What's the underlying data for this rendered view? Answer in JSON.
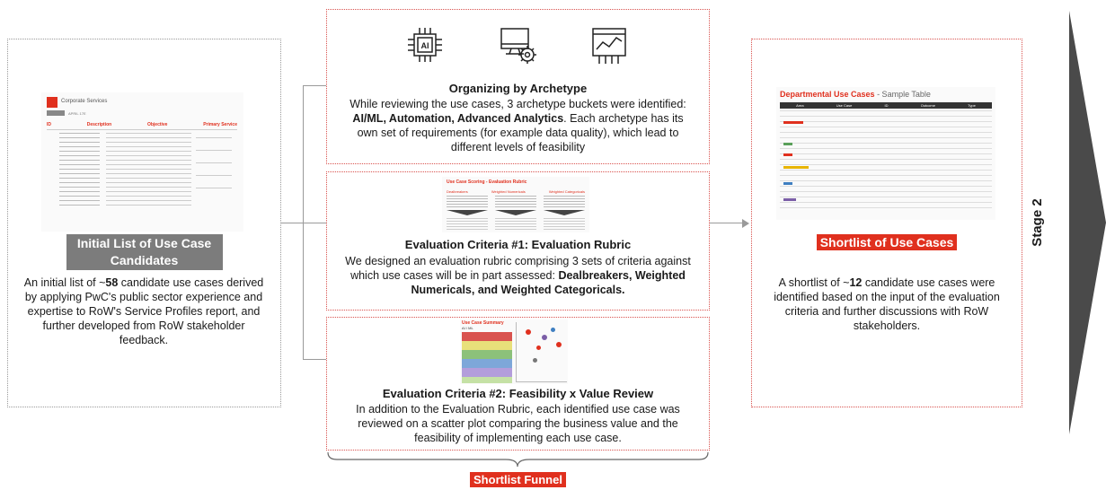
{
  "left_panel": {
    "thumb_header": "Corporate Services",
    "thumb_sub": "APRIL 17E",
    "thumb_cols": [
      "ID",
      "Description",
      "Objective",
      "Primary Service"
    ],
    "title": "Initial List of Use Case Candidates",
    "text_pre": "An initial list of ~",
    "text_bold": "58",
    "text_post": " candidate use cases derived by applying PwC's public sector experience and expertise to RoW's Service Profiles report, and further developed from RoW stakeholder feedback."
  },
  "archetype": {
    "icons": [
      "ai-chip-icon",
      "computer-gear-icon",
      "analytics-chart-icon"
    ],
    "chip_label": "AI",
    "title": "Organizing by Archetype",
    "text_pre": "While reviewing the use cases, 3 archetype buckets were identified: ",
    "text_bold": "AI/ML, Automation, Advanced Analytics",
    "text_mid": ". Each archetype has its own set of requirements (for example data quality), which lead to different levels of feasibility"
  },
  "rubric": {
    "thumb_title": "Use Case Scoring - Evaluation Rubric",
    "thumb_cols": [
      "Dealbreakers",
      "Weighted Numericals",
      "Weighted Categoricals"
    ],
    "title": "Evaluation Criteria #1: Evaluation Rubric",
    "text_pre": "We designed an evaluation rubric comprising 3 sets of criteria against which use cases will be in part assessed: ",
    "text_bold": "Dealbreakers, Weighted Numericals, and Weighted Categoricals."
  },
  "feasibility": {
    "thumb_title": "Use Case Summary",
    "thumb_sub": "AI / ML",
    "title": "Evaluation Criteria #2: Feasibility x Value Review",
    "text": "In addition to the Evaluation Rubric, each identified use case was reviewed on a scatter plot comparing the business value and the feasibility of implementing each use case."
  },
  "funnel_label": "Shortlist Funnel",
  "right_panel": {
    "thumb_title_red": "Departmental Use Cases",
    "thumb_title_rest": " - Sample Table",
    "thumb_cols": [
      "Area",
      "Use Case",
      "ID",
      "Outcome",
      "Type"
    ],
    "title": "Shortlist of Use Cases",
    "text_pre": "A shortlist of ~",
    "text_bold": "12",
    "text_post": " candidate use cases were identified based on the input of the evaluation criteria and further discussions with RoW stakeholders."
  },
  "stage_label": "Stage 2",
  "colors": {
    "accent_red": "#e0301e",
    "tag_grey": "#7c7c7c",
    "stage_arrow": "#4a4a4a"
  }
}
